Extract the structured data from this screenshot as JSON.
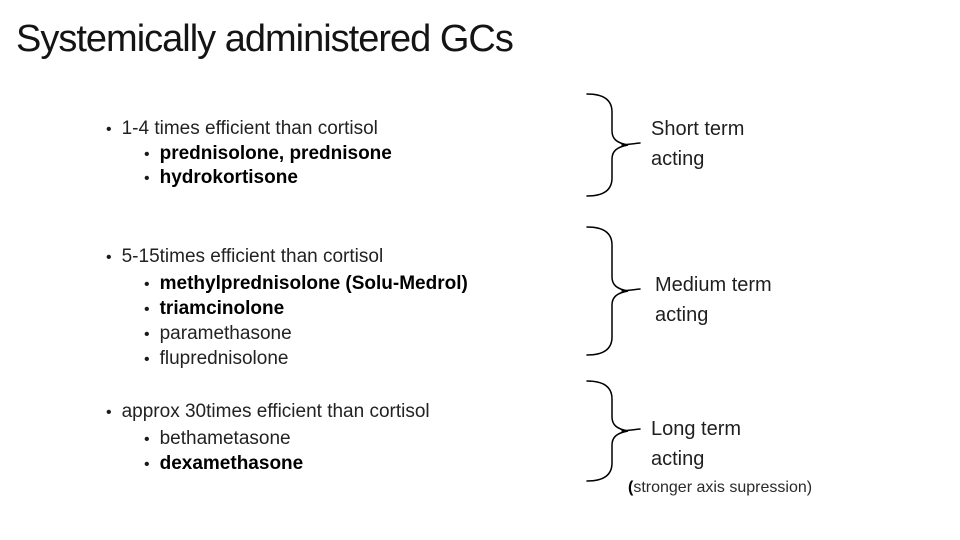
{
  "slide": {
    "title": "Systemically administered GCs",
    "bullet_char": "•",
    "groups": [
      {
        "heading": "1-4 times efficient than cortisol",
        "items": [
          {
            "text": "prednisolone, prednisone"
          },
          {
            "text": "hydrokortisone"
          }
        ],
        "label": {
          "line1": "Short term",
          "line2": "acting"
        }
      },
      {
        "heading": "5-15times efficient than cortisol",
        "items": [
          {
            "text": "methylprednisolone (Solu-Medrol)"
          },
          {
            "text": "triamcinolone"
          },
          {
            "text": "paramethasone"
          },
          {
            "text": "fluprednisolone"
          }
        ],
        "label": {
          "line1": "Medium term",
          "line2": "acting"
        }
      },
      {
        "heading": "approx 30times efficient than cortisol",
        "items": [
          {
            "text": "bethametasone"
          },
          {
            "text": "dexamethasone"
          }
        ],
        "label": {
          "line1": "Long term",
          "line2": "acting"
        }
      }
    ],
    "footnote": {
      "open_paren": "(",
      "text": "stronger axis supression)"
    },
    "colors": {
      "background": "#ffffff",
      "text": "#1a1a1a",
      "stroke": "#000000"
    }
  }
}
